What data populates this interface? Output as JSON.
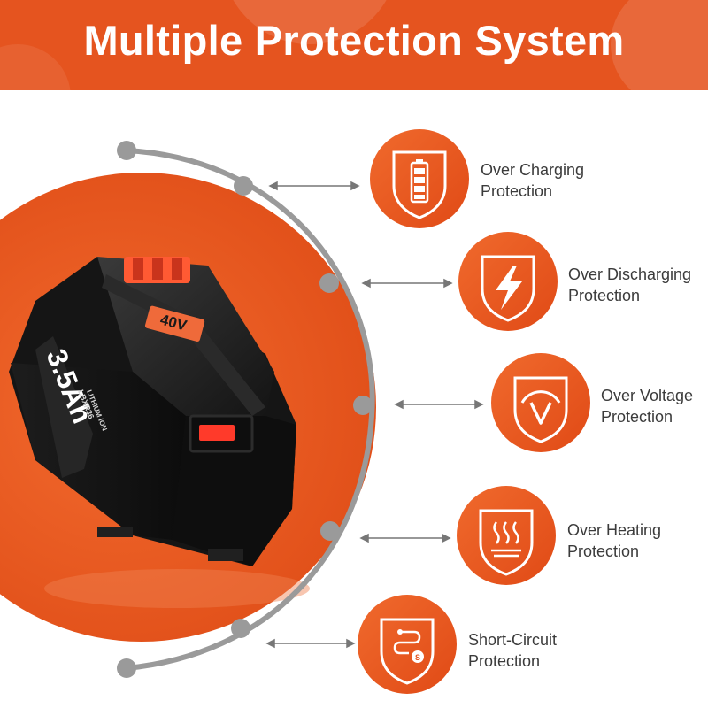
{
  "header": {
    "title": "Multiple Protection System",
    "color": "#e5541f"
  },
  "battery": {
    "capacity_label": "3.5Ah",
    "voltage_label": "40V",
    "type_label": "LITHIUM ION",
    "model_label": "LBXR36"
  },
  "features": [
    {
      "line1": "Over Charging",
      "line2": "Protection",
      "icon": "battery-icon"
    },
    {
      "line1": "Over Discharging",
      "line2": "Protection",
      "icon": "lightning-shield-icon"
    },
    {
      "line1": "Over Voltage",
      "line2": "Protection",
      "icon": "voltage-shield-icon"
    },
    {
      "line1": "Over Heating",
      "line2": "Protection",
      "icon": "heat-shield-icon"
    },
    {
      "line1": "Short-Circuit",
      "line2": "Protection",
      "icon": "circuit-shield-icon"
    }
  ],
  "colors": {
    "accent": "#e5541f",
    "arc": "#9a9a9a",
    "text": "#3b3b3b"
  }
}
